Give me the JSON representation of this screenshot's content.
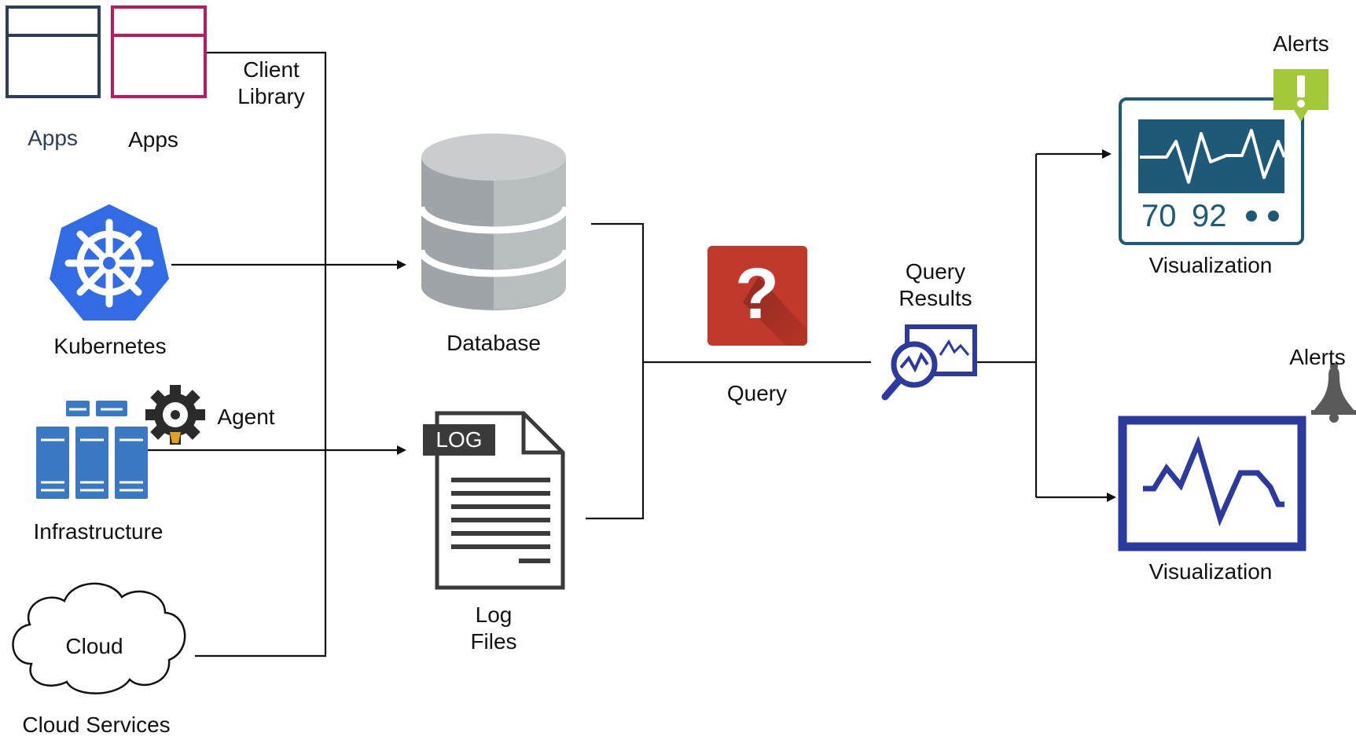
{
  "labels": {
    "apps_1": "Apps",
    "apps_2": "Apps",
    "client_library_1": "Client",
    "client_library_2": "Library",
    "kubernetes": "Kubernetes",
    "agent": "Agent",
    "infrastructure": "Infrastructure",
    "cloud": "Cloud",
    "cloud_services": "Cloud Services",
    "database": "Database",
    "log_badge": "LOG",
    "log_files_1": "Log",
    "log_files_2": "Files",
    "query": "Query",
    "query_results_1": "Query",
    "query_results_2": "Results",
    "alerts_1": "Alerts",
    "alerts_2": "Alerts",
    "visualization_1": "Visualization",
    "visualization_2": "Visualization",
    "monitor_value_1": "70",
    "monitor_value_2": "92"
  },
  "icons": {
    "apps_1": "app-window-icon",
    "apps_2": "app-window-icon",
    "kubernetes": "kubernetes-helm-icon",
    "agent": "agent-gear-icon",
    "infrastructure": "server-rack-icon",
    "cloud": "cloud-icon",
    "database": "database-cylinder-icon",
    "log_files": "log-file-icon",
    "query": "question-mark-icon",
    "query_results": "magnifier-chart-icon",
    "alerts_1": "exclamation-badge-icon",
    "alerts_2": "bell-icon",
    "visualization_1": "heart-monitor-icon",
    "visualization_2": "line-chart-monitor-icon"
  },
  "colors": {
    "navy": "#2c3e5a",
    "crimson": "#c2185b",
    "kubernetes_blue": "#326ce5",
    "server_blue": "#3a78c4",
    "query_red": "#c0392b",
    "results_blue": "#2b3a9c",
    "alert_green": "#a3c93a",
    "monitor_teal": "#1e5a78",
    "monitor_frame": "#2b3a9c",
    "bell_grey": "#5a5a5a"
  }
}
